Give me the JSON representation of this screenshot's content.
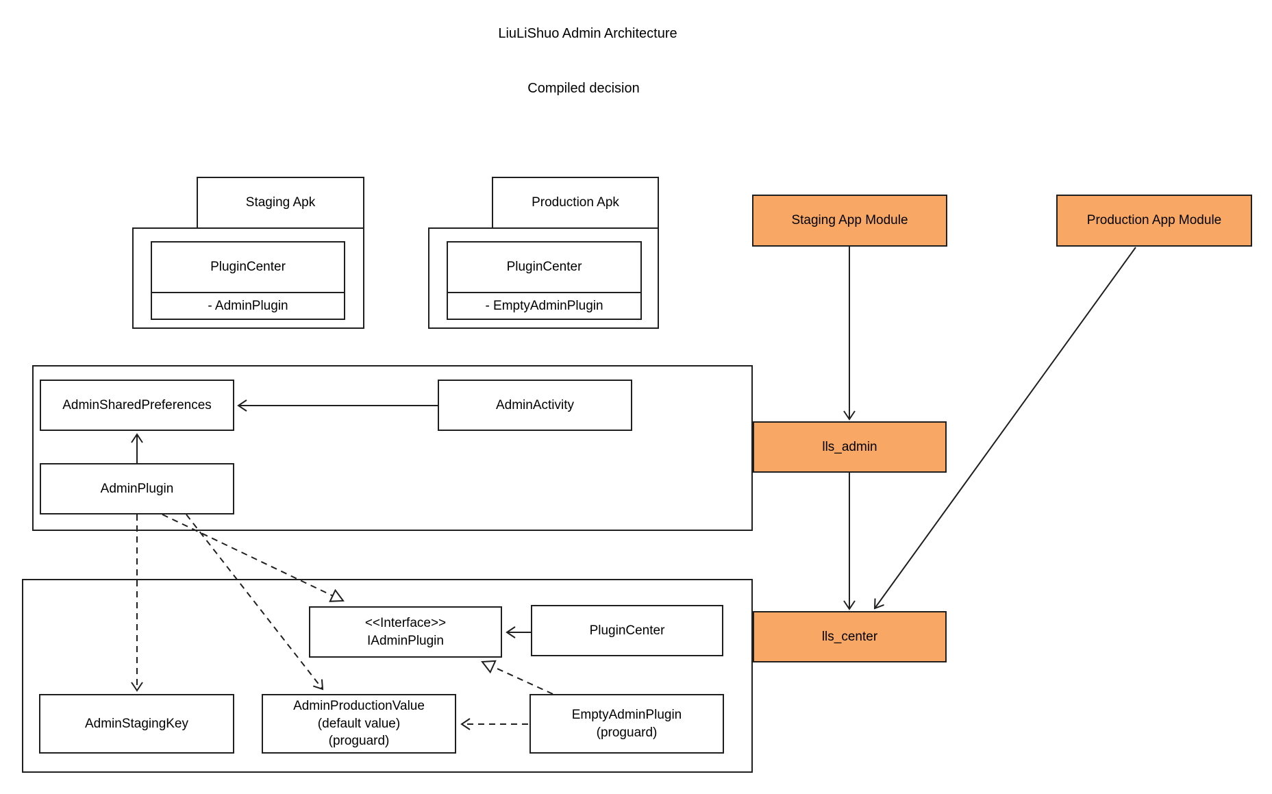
{
  "header": {
    "title": "LiuLiShuo Admin Architecture",
    "subtitle": "Compiled decision"
  },
  "packages": {
    "staging": {
      "tab": "Staging Apk",
      "class_name": "PluginCenter",
      "member": "- AdminPlugin"
    },
    "production": {
      "tab": "Production Apk",
      "class_name": "PluginCenter",
      "member": "- EmptyAdminPlugin"
    }
  },
  "modules": {
    "staging_app": "Staging App Module",
    "production_app": "Production App Module",
    "lls_admin": "lls_admin",
    "lls_center": "lls_center"
  },
  "admin_group": {
    "admin_shared_preferences": "AdminSharedPreferences",
    "admin_activity": "AdminActivity",
    "admin_plugin": "AdminPlugin"
  },
  "center_group": {
    "iadmin_stereotype": "<<Interface>>",
    "iadmin_name": "IAdminPlugin",
    "plugin_center": "PluginCenter",
    "admin_staging_key": "AdminStagingKey",
    "admin_production_value_1": "AdminProductionValue",
    "admin_production_value_2": "(default value)",
    "admin_production_value_3": "(proguard)",
    "empty_admin_plugin_1": "EmptyAdminPlugin",
    "empty_admin_plugin_2": "(proguard)"
  },
  "colors": {
    "module_fill": "#F9A765",
    "line": "#1f1f1f",
    "background": "#ffffff"
  }
}
